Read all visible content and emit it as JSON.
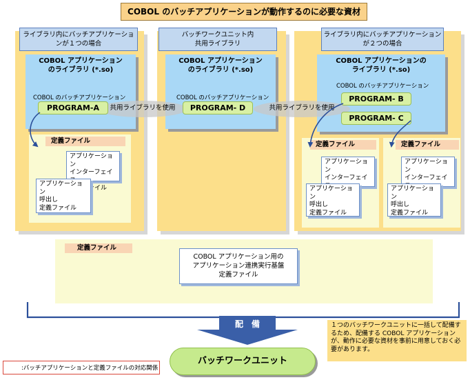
{
  "title": "COBOL のバッチアプリケーションが動作するのに必要な資材",
  "columns": [
    {
      "header": "ライブラリ内にバッチアプリケーションが１つの場合",
      "library_title": "COBOL アプリケーションのライブラリ (*.so)",
      "app_label": "COBOL のバッチアプリケーション",
      "programs": [
        "PROGRAM-A"
      ],
      "def_label": "定義ファイル",
      "docs": [
        {
          "l1": "アプリケーション",
          "l2": "インターフェイス",
          "l3": "定義ファイル"
        },
        {
          "l1": "アプリケーション",
          "l2": "呼出し",
          "l3": "定義ファイル"
        }
      ]
    },
    {
      "header": "バッチワークユニット内共用ライブラリ",
      "library_title": "COBOL アプリケーションのライブラリ (*.so)",
      "app_label": "COBOL のバッチアプリケーション",
      "programs": [
        "PROGRAM- D"
      ]
    },
    {
      "header": "ライブラリ内にバッチアプリケーションが２つの場合",
      "library_title": "COBOL アプリケーションのライブラリ (*.so)",
      "app_label": "COBOL のバッチアプリケーション",
      "programs": [
        "PROGRAM- B",
        "PROGRAM- C"
      ],
      "def_label": "定義ファイル",
      "def_label_2": "定義ファイル",
      "docs": [
        {
          "l1": "アプリケーション",
          "l2": "インターフェイス",
          "l3": "定義ファイル"
        },
        {
          "l1": "アプリケーション",
          "l2": "呼出し",
          "l3": "定義ファイル"
        }
      ]
    }
  ],
  "shared_label": "共用ライブラリを使用",
  "bottom": {
    "def_label": "定義ファイル",
    "doc_l1": "COBOL アプリケーション用の",
    "doc_l2": "アプリケーション連携実行基盤",
    "doc_l3": "定義ファイル"
  },
  "deploy_label": "配　備",
  "target": "バッチワークユニット",
  "note": "１つのバッチワークユニットに一括して配備するため、配備する COBOL アプリケーションが、動作に必要な資材を事前に用意しておく必要があります。",
  "legend": ":バッチアプリケーションと定義ファイルの対応関係",
  "colors": {
    "column_bg": "#fcdf8a",
    "library_bg": "#a9d8f6",
    "program_bg": "#d8f0a4",
    "def_area_bg": "#fafad2",
    "def_label_bg": "#f9d5b4",
    "arrow": "#3a5fa8",
    "target_bg": "#c6ea8d"
  }
}
